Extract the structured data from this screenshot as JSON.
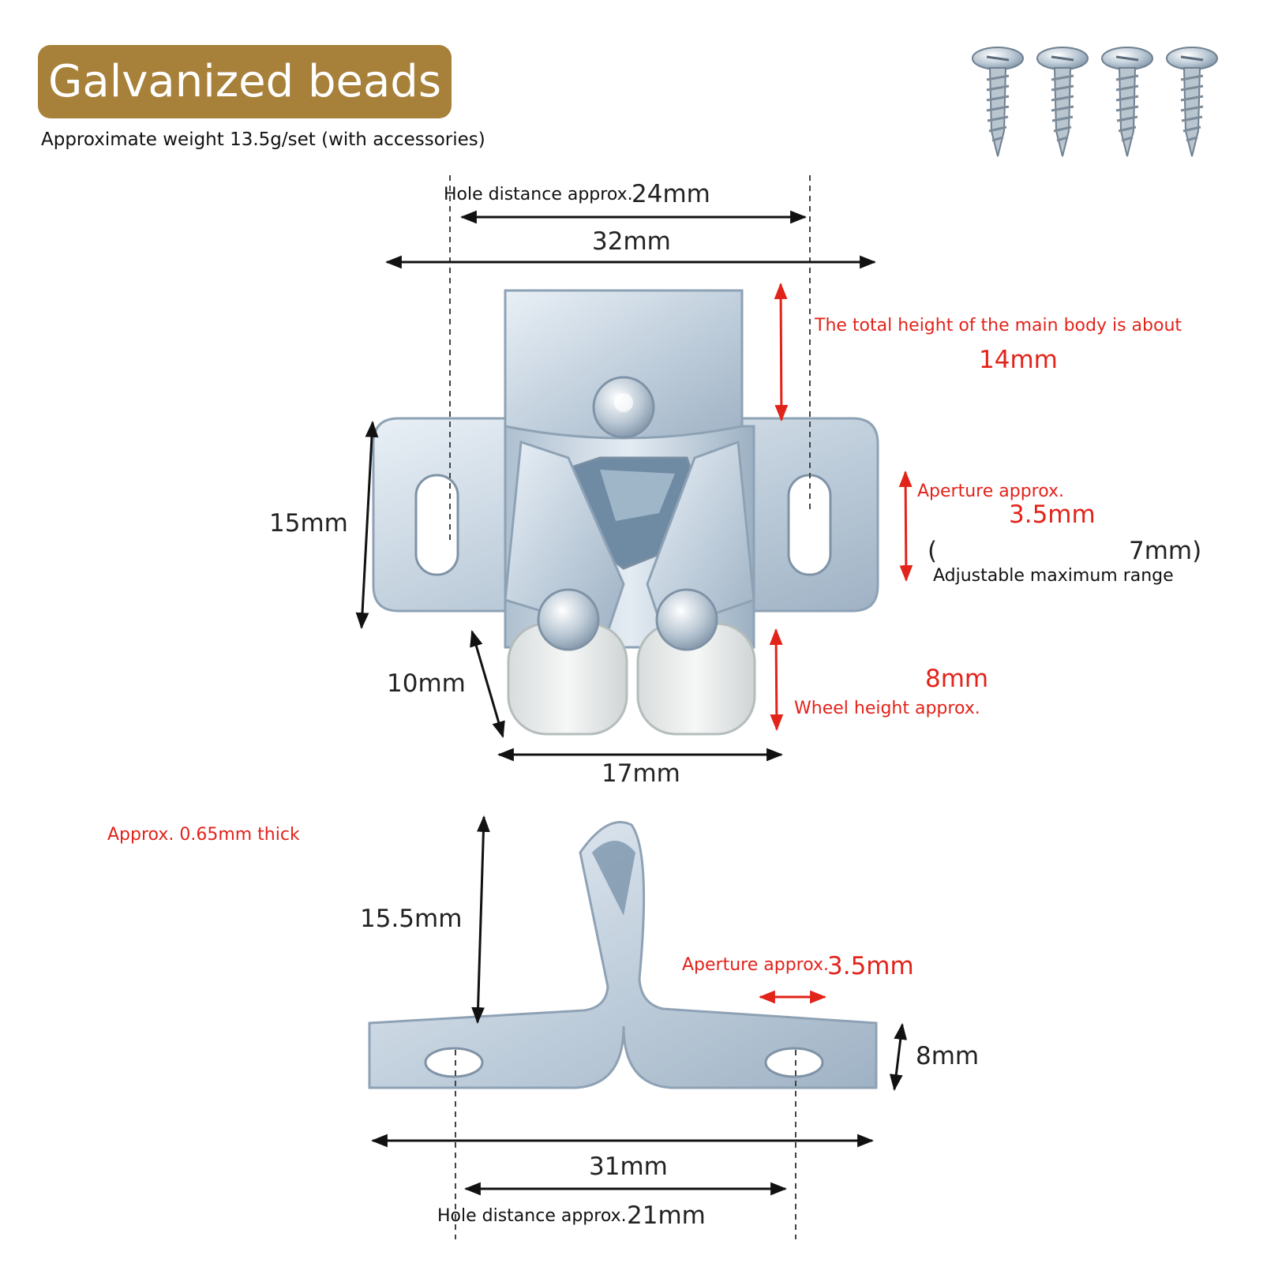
{
  "header": {
    "title": "Galvanized beads",
    "subtitle": "Approximate weight 13.5g/set (with accessories)"
  },
  "catch": {
    "hole_distance_label": "Hole distance approx.",
    "hole_distance_value": "24mm",
    "width": "32mm",
    "total_height_label": "The total height of the main body is about",
    "total_height_value": "14mm",
    "plate_height": "15mm",
    "aperture_label": "Aperture approx.",
    "aperture_value": "3.5mm",
    "range_open": "(",
    "range_value": "7mm)",
    "range_label": "Adjustable maximum range",
    "roller_depth": "10mm",
    "wheel_height_value": "8mm",
    "wheel_height_label": "Wheel height approx.",
    "roller_width": "17mm"
  },
  "strike": {
    "thickness": "Approx. 0.65mm thick",
    "height": "15.5mm",
    "aperture_label": "Aperture approx.",
    "aperture_value": "3.5mm",
    "plate_height": "8mm",
    "width": "31mm",
    "hole_distance_label": "Hole distance approx.",
    "hole_distance_value": "21mm"
  },
  "colors": {
    "badge": "#a7803a",
    "annotation_red": "#e2231a",
    "metal": "#c9d6e2",
    "roller": "#eef0f0"
  },
  "icons": [
    "screw-icon",
    "screw-icon",
    "screw-icon",
    "screw-icon"
  ]
}
